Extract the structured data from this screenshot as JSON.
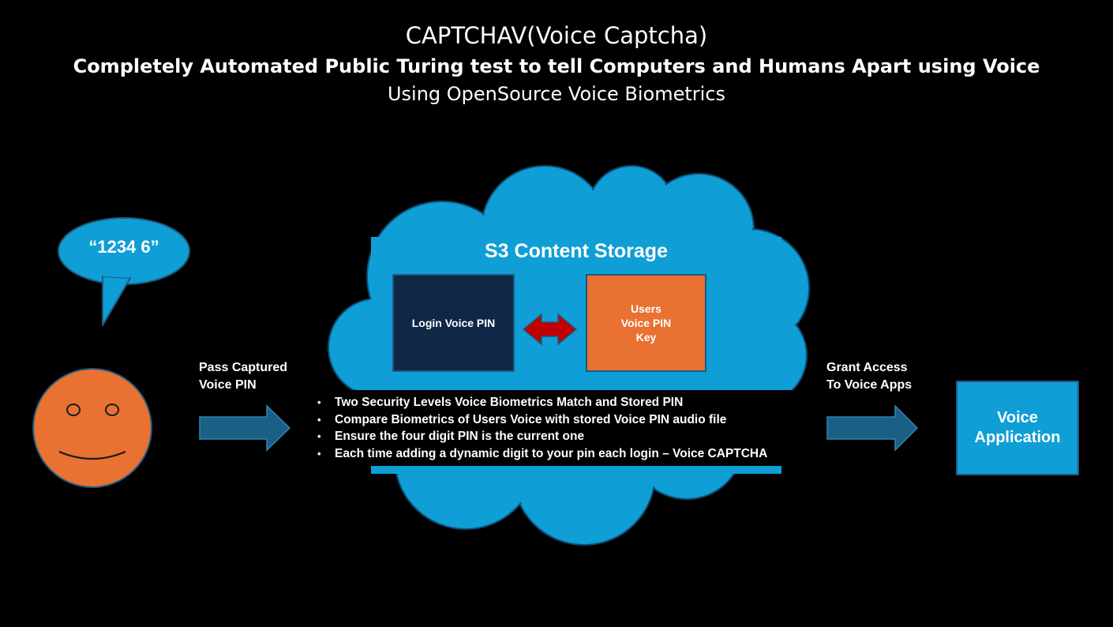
{
  "header": {
    "title": "CAPTCHAV(Voice Captcha)",
    "subtitle": "Completely Automated Public Turing test to tell Computers and Humans Apart using Voice",
    "subtitle2": "Using OpenSource Voice Biometrics"
  },
  "user": {
    "speech": "“1234 6”",
    "arrow_label_line1": "Pass Captured",
    "arrow_label_line2": "Voice PIN"
  },
  "cloud": {
    "title": "S3 Content Storage",
    "login_box": "Login Voice PIN",
    "users_box_line1": "Users",
    "users_box_line2": "Voice PIN",
    "users_box_line3": "Key"
  },
  "bullets": [
    "Two Security Levels Voice Biometrics Match and Stored PIN",
    "Compare Biometrics of Users Voice with stored Voice PIN audio file",
    "Ensure the four digit PIN is the current one",
    "Each time adding a dynamic digit to your pin each login – Voice CAPTCHA"
  ],
  "grant": {
    "label_line1": "Grant Access",
    "label_line2": "To Voice Apps"
  },
  "app": {
    "label_line1": "Voice",
    "label_line2": "Application"
  },
  "colors": {
    "background": "#000000",
    "cloud": "#0f9ed5",
    "cloud_outline": "#0b4f77",
    "face": "#e97132",
    "arrow": "#1b5f85",
    "double_arrow": "#c00000",
    "login_box": "#0f2846",
    "users_box": "#e97132",
    "app_box": "#0f9ed5"
  }
}
